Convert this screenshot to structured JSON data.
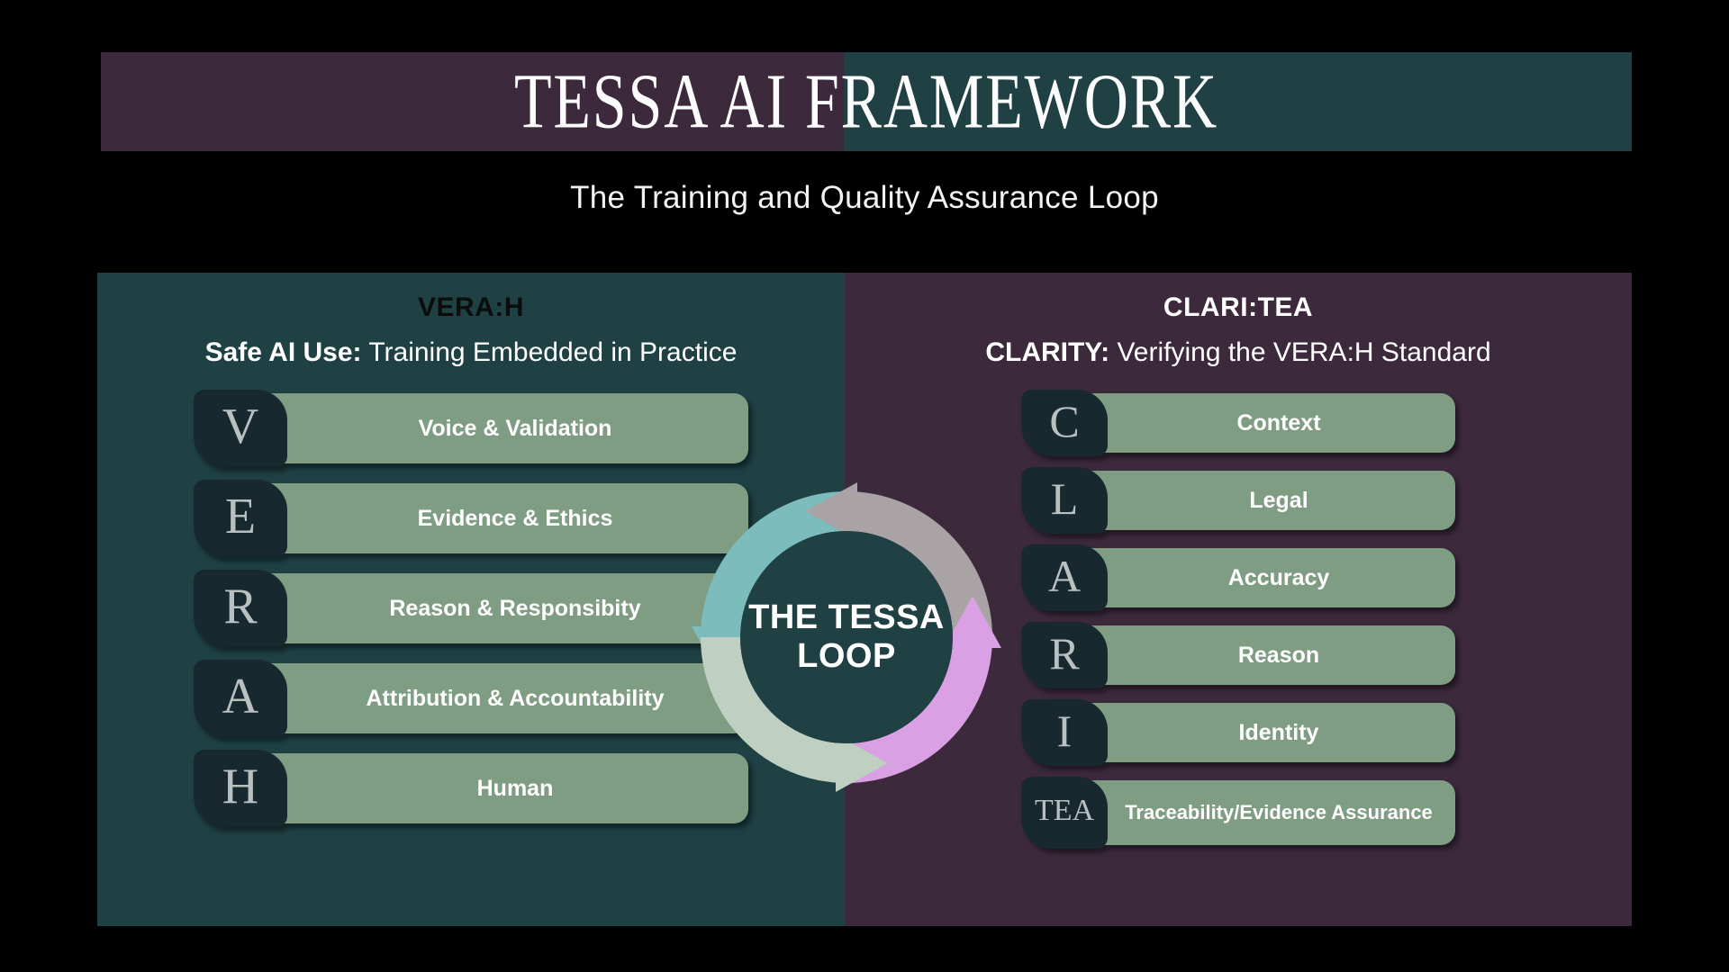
{
  "header": {
    "title": "TESSA AI FRAMEWORK",
    "subtitle": "The Training and Quality Assurance Loop",
    "band_left_color": "#3c2a3c",
    "band_right_color": "#1f4144"
  },
  "left_panel": {
    "key": "VERA:H",
    "sub_bold": "Safe AI Use:",
    "sub_rest": "Training Embedded in Practice",
    "background": "#1f4144",
    "items": [
      {
        "letter": "V",
        "label": "Voice & Validation"
      },
      {
        "letter": "E",
        "label": "Evidence & Ethics"
      },
      {
        "letter": "R",
        "label": "Reason & Responsibity"
      },
      {
        "letter": "A",
        "label": "Attribution & Accountability"
      },
      {
        "letter": "H",
        "label": "Human"
      }
    ]
  },
  "right_panel": {
    "key": "CLARI:TEA",
    "sub_bold": "CLARITY:",
    "sub_rest": "Verifying the VERA:H Standard",
    "background": "#3c2a3c",
    "items": [
      {
        "letter": "C",
        "label": "Context"
      },
      {
        "letter": "L",
        "label": "Legal"
      },
      {
        "letter": "A",
        "label": "Accuracy"
      },
      {
        "letter": "R",
        "label": "Reason"
      },
      {
        "letter": "I",
        "label": "Identity"
      },
      {
        "letter": "TEA",
        "label": "Traceability/Evidence Assurance"
      }
    ]
  },
  "loop": {
    "line1": "THE TESSA",
    "line2": "LOOP",
    "center_color": "#1f4144",
    "segments": [
      {
        "name": "top-right-arc",
        "color": "#aaa3a6"
      },
      {
        "name": "bottom-right-arc",
        "color": "#d9a0e3"
      },
      {
        "name": "bottom-left-arc",
        "color": "#bfd0c2"
      },
      {
        "name": "top-left-arc",
        "color": "#7cbcbd"
      }
    ]
  },
  "palette": {
    "pill": "#7f9d83",
    "badge": "#17292e",
    "badge_letter": "#b9c0c1",
    "page_background": "#000000"
  }
}
